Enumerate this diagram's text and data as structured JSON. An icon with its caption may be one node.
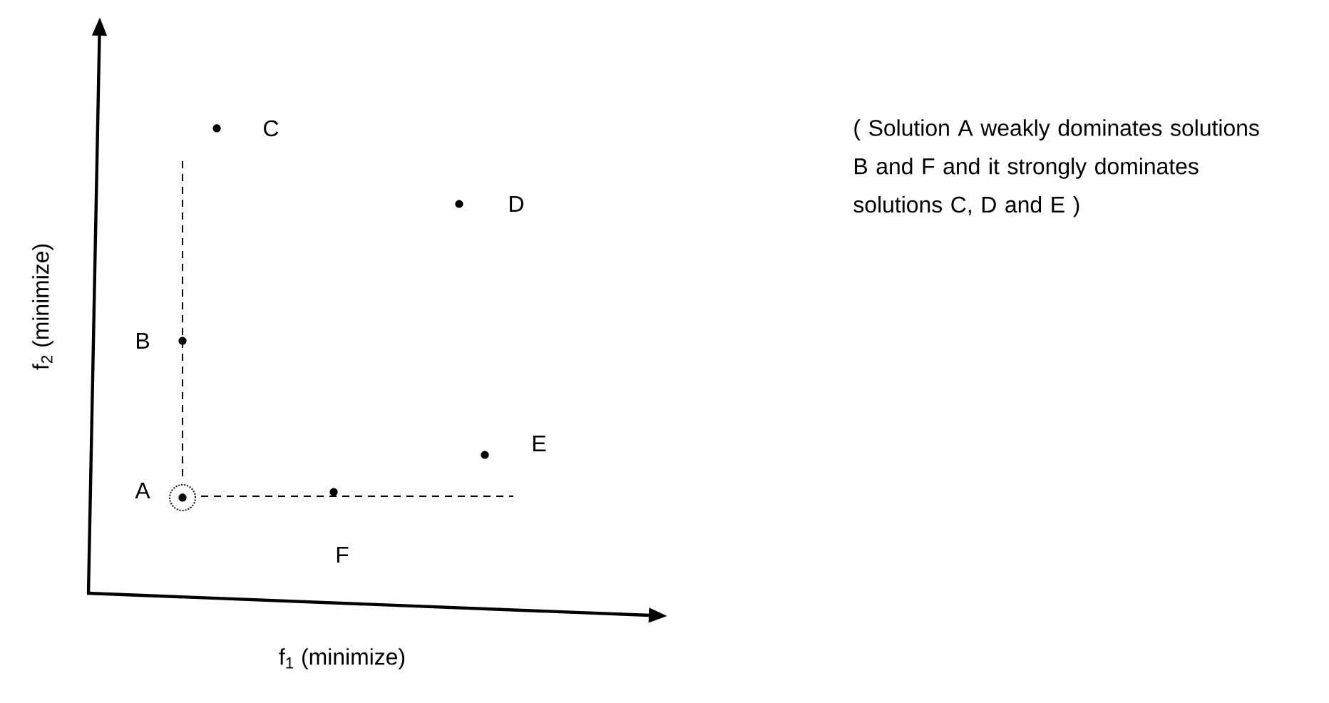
{
  "diagram": {
    "labels": [
      "C",
      "D",
      "B",
      "E",
      "A",
      "F",
      "f$_{2}$ (minimize)",
      "f$_{1}$ (minimize)",
      "( Solution A weakly dominates solutions B and F and it strongly dominates solutions C, D and E )"
    ]
  }
}
